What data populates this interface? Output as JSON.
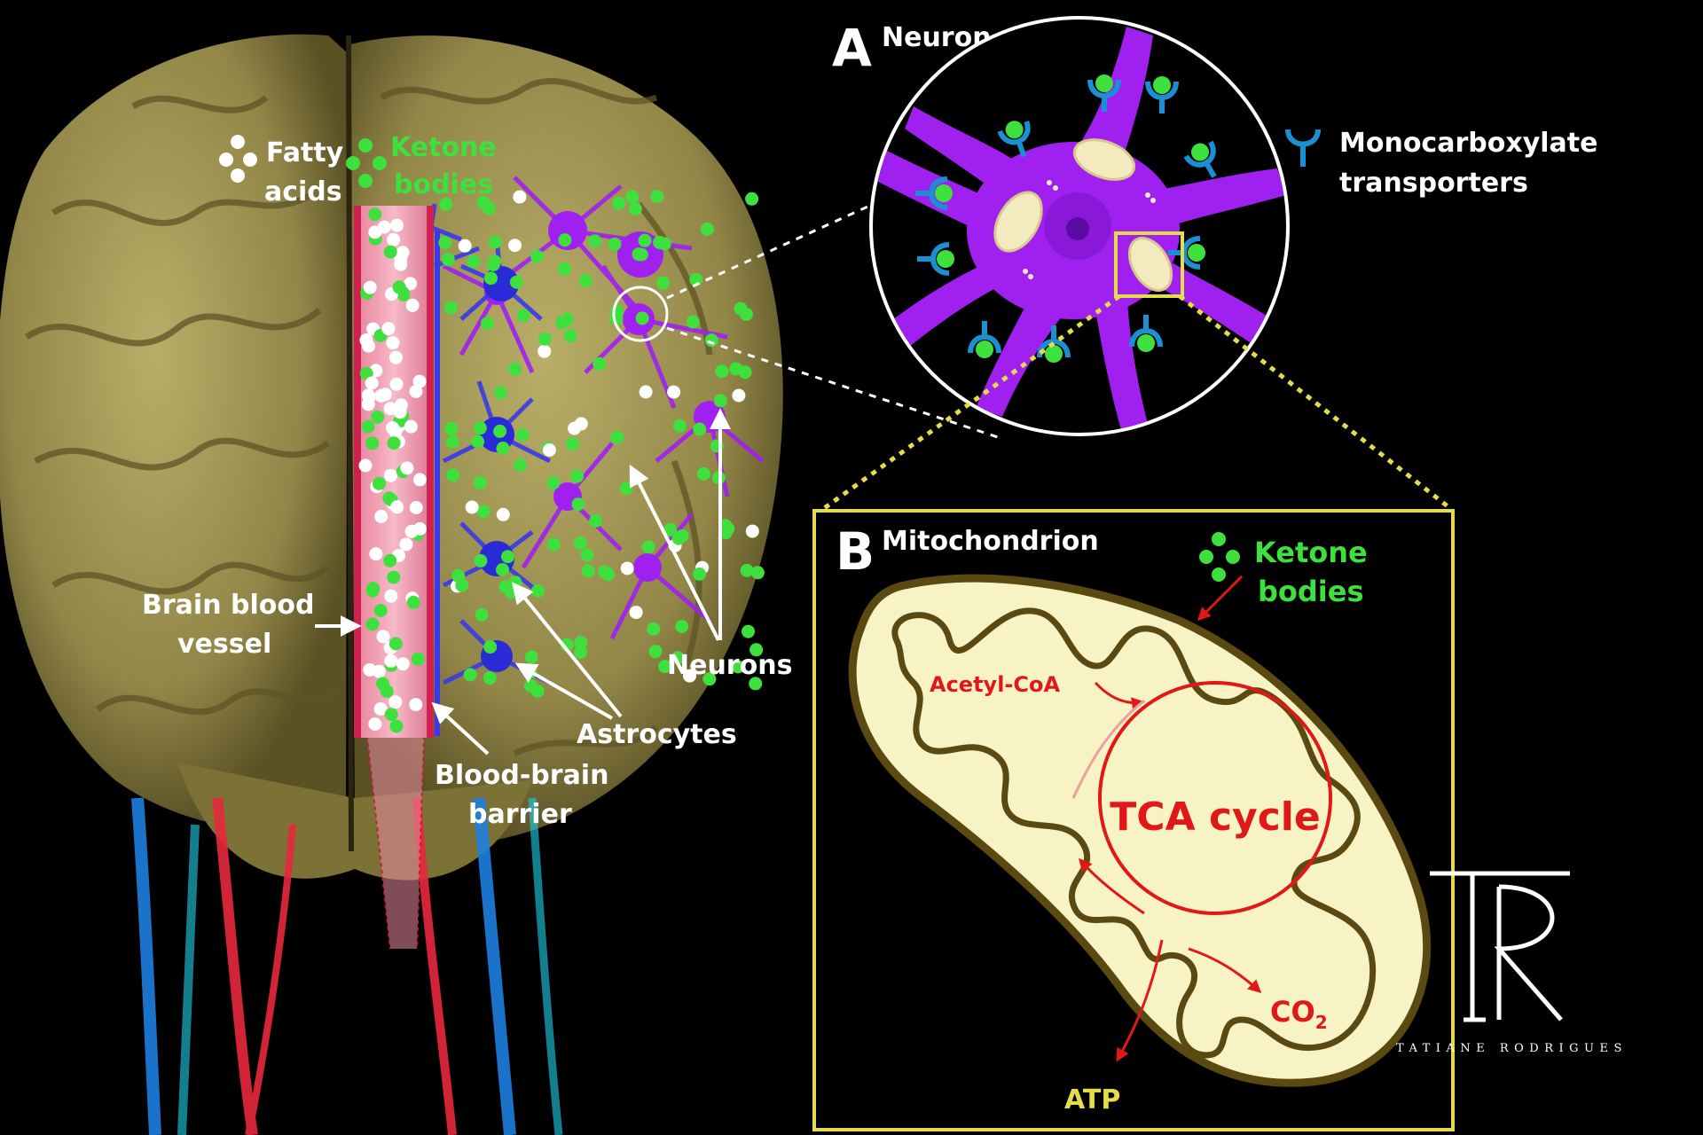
{
  "panel_a": {
    "letter": "A",
    "title": "Neuron"
  },
  "panel_b": {
    "letter": "B",
    "title": "Mitochondrion"
  },
  "legend": {
    "transporter_line1": "Monocarboxylate",
    "transporter_line2": "transporters"
  },
  "brain_labels": {
    "fatty_line1": "Fatty",
    "fatty_line2": "acids",
    "ketone_line1": "Ketone",
    "ketone_line2": "bodies",
    "vessel_line1": "Brain blood",
    "vessel_line2": "vessel",
    "bbb_line1": "Blood-brain",
    "bbb_line2": "barrier",
    "astrocytes": "Astrocytes",
    "neurons": "Neurons"
  },
  "mito_labels": {
    "ketone_line1": "Ketone",
    "ketone_line2": "bodies",
    "acetyl": "Acetyl-CoA",
    "tca": "TCA cycle",
    "co2_main": "CO",
    "co2_sub": "2",
    "atp": "ATP"
  },
  "watermark": {
    "name": "TATIANE RODRIGUES",
    "logo_letters": "TR"
  },
  "colors": {
    "ketone": "#3ee03e",
    "fatty": "#ffffff",
    "neuron": "#a020f0",
    "astrocyte": "#3a3ae6",
    "brain": "#a59a55",
    "mito_fill": "#f8f3c4",
    "mito_edge": "#5a4a12",
    "tca_red": "#e01818",
    "box_yellow": "#e4dc4a",
    "transporter": "#1a8fd4"
  }
}
